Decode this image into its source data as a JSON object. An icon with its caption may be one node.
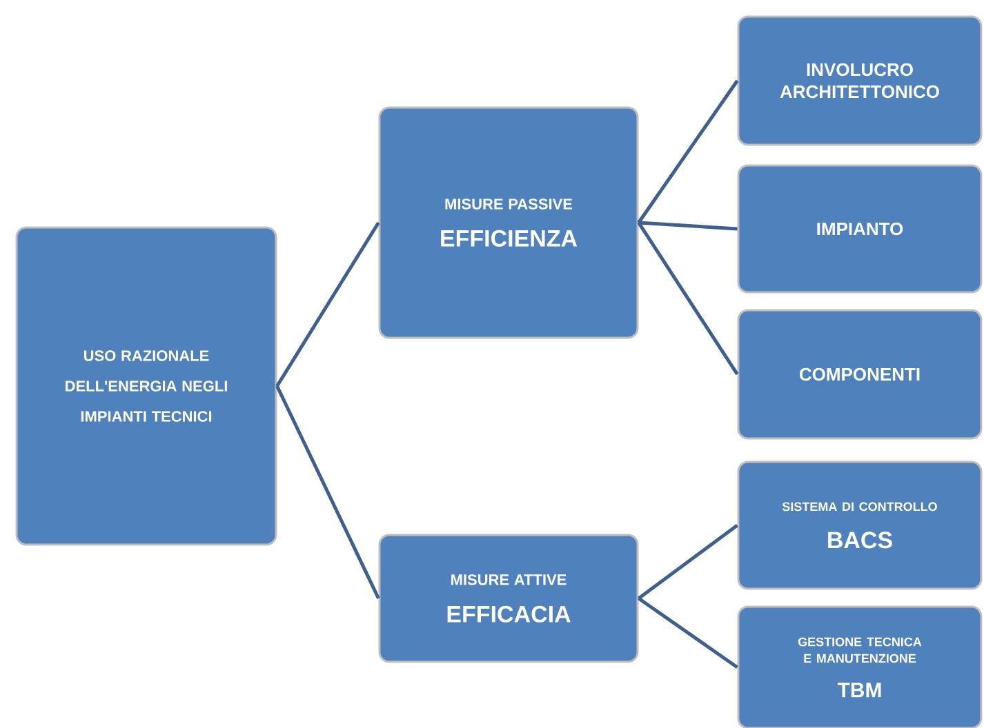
{
  "diagram": {
    "nodes": [
      {
        "text": [
          "USO RAZIONALE DELL'ENERGIA NEGLI IMPIANTI TECNICI"
        ]
      },
      {
        "text": [
          "MISURE PASSIVE",
          "EFFICIENZA"
        ]
      },
      {
        "text": [
          "MISURE ATTIVE",
          "EFFICACIA"
        ]
      },
      {
        "text": [
          "INVOLUCRO ARCHITETTONICO"
        ]
      },
      {
        "text": [
          "IMPIANTO"
        ]
      },
      {
        "text": [
          "COMPONENTI"
        ]
      },
      {
        "text": [
          "SISTEMA DI CONTROLLO",
          "BACS"
        ]
      },
      {
        "text": [
          "GESTIONE TECNICA E MANUTENZIONE",
          "TBM"
        ]
      }
    ],
    "edges": [
      {
        "from": 0,
        "to": 1,
        "arrow": "none"
      },
      {
        "from": 0,
        "to": 2,
        "arrow": "none"
      },
      {
        "from": 1,
        "to": 3,
        "arrow": "none"
      },
      {
        "from": 1,
        "to": 4,
        "arrow": "none"
      },
      {
        "from": 1,
        "to": 5,
        "arrow": "none"
      },
      {
        "from": 2,
        "to": 6,
        "arrow": "none"
      },
      {
        "from": 2,
        "to": 7,
        "arrow": "none"
      }
    ]
  }
}
